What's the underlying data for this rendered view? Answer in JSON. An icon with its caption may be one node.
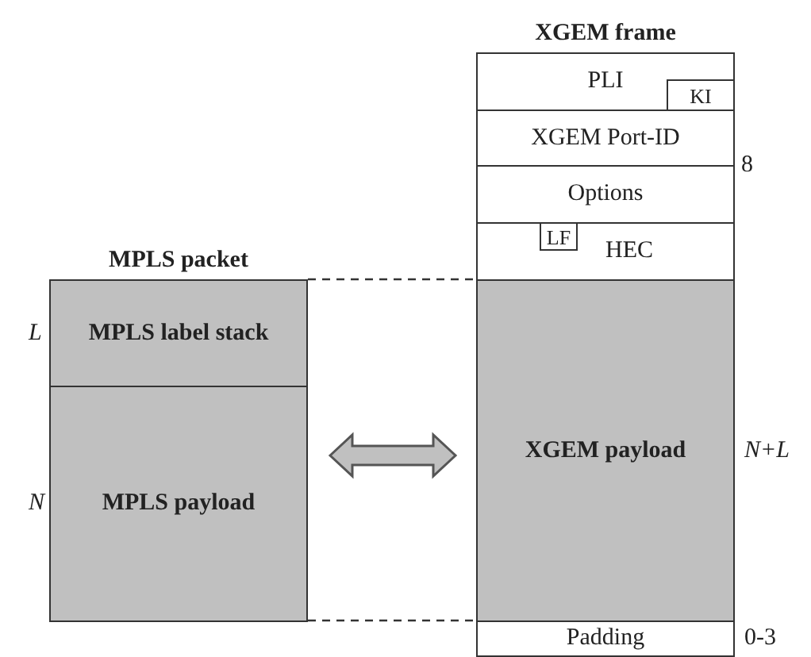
{
  "diagram": {
    "nodes": [
      {
        "text": [
          "MPLS packet"
        ]
      },
      {
        "text": [
          "MPLS label stack"
        ],
        "in": 0,
        "beside": [
          "L"
        ]
      },
      {
        "text": [
          "MPLS payload"
        ],
        "in": 0,
        "beside": [
          "N"
        ]
      },
      {
        "text": [
          "XGEM frame"
        ]
      },
      {
        "text": [
          "PLI"
        ],
        "in": 3
      },
      {
        "text": [
          "KI"
        ],
        "in": 4
      },
      {
        "text": [
          "XGEM Port-ID"
        ],
        "in": 3
      },
      {
        "text": [
          "Options"
        ],
        "in": 3
      },
      {
        "text": [
          "HEC"
        ],
        "in": 3
      },
      {
        "text": [
          "LF"
        ],
        "in": 8
      },
      {
        "text": [
          "XGEM payload"
        ],
        "in": 3,
        "beside": [
          "N+L"
        ]
      },
      {
        "text": [
          "Padding"
        ],
        "in": 3,
        "beside": [
          "0-3"
        ]
      }
    ],
    "edges": [
      {
        "from": 2,
        "to": 10,
        "arrow": "both",
        "style": "thick"
      },
      {
        "from": 0,
        "to": 10,
        "arrow": "none",
        "style": "dashed"
      },
      {
        "from": 0,
        "to": 10,
        "arrow": "none",
        "style": "dashed"
      }
    ],
    "labels": [
      "8"
    ]
  }
}
